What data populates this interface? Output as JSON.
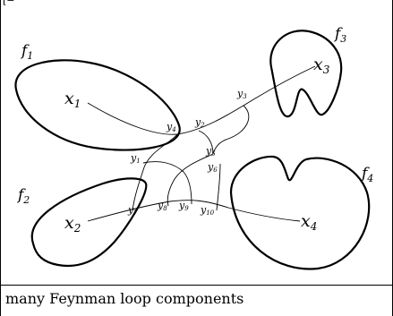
{
  "top_label": "[−",
  "caption": "many Feynman loop components",
  "regions": [
    {
      "letter": "f",
      "sub": "1"
    },
    {
      "letter": "f",
      "sub": "2"
    },
    {
      "letter": "f",
      "sub": "3"
    },
    {
      "letter": "f",
      "sub": "4"
    }
  ],
  "external_points": [
    {
      "letter": "x",
      "sub": "1"
    },
    {
      "letter": "x",
      "sub": "2"
    },
    {
      "letter": "x",
      "sub": "3"
    },
    {
      "letter": "x",
      "sub": "4"
    }
  ],
  "vertices": [
    {
      "letter": "y",
      "sub": "1"
    },
    {
      "letter": "y",
      "sub": "2"
    },
    {
      "letter": "y",
      "sub": "3"
    },
    {
      "letter": "y",
      "sub": "4"
    },
    {
      "letter": "y",
      "sub": "5"
    },
    {
      "letter": "y",
      "sub": "6"
    },
    {
      "letter": "y",
      "sub": "7"
    },
    {
      "letter": "y",
      "sub": "8"
    },
    {
      "letter": "y",
      "sub": "9"
    },
    {
      "letter": "y",
      "sub": "10"
    }
  ]
}
